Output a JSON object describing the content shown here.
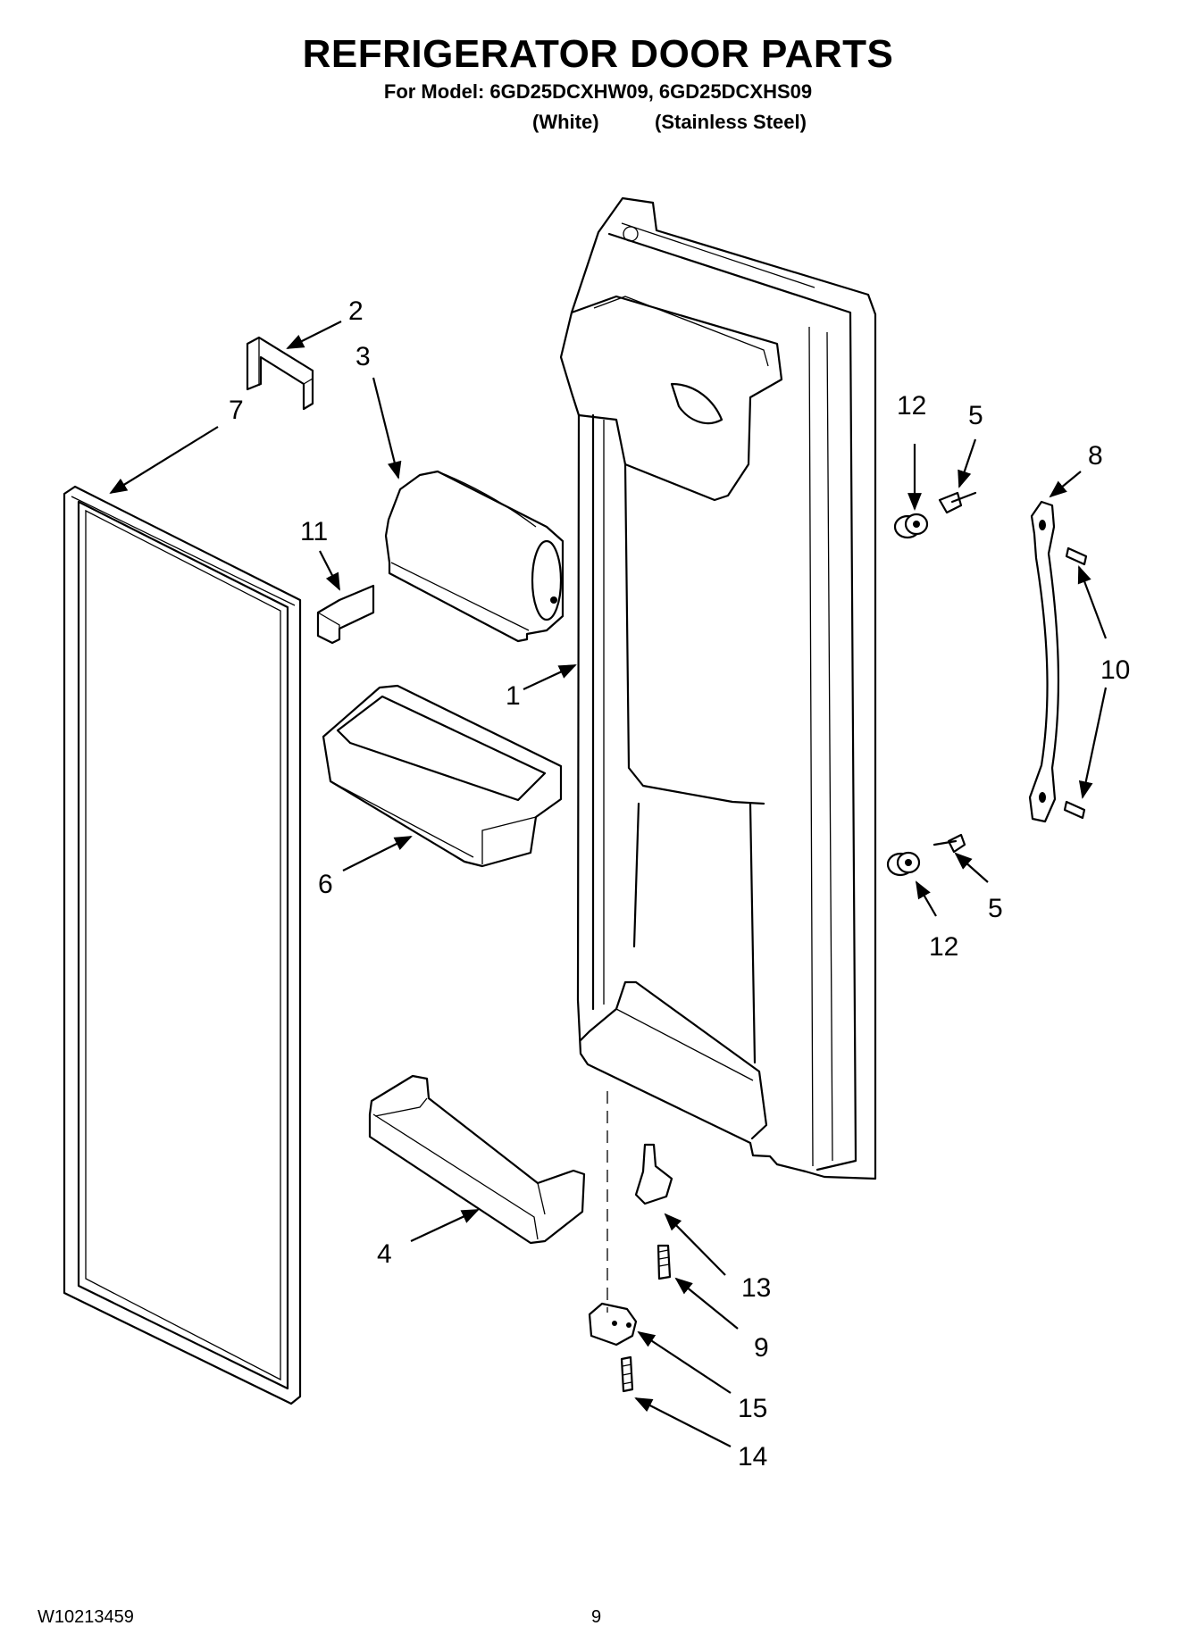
{
  "header": {
    "title": "REFRIGERATOR DOOR PARTS",
    "subtitle": "For Model: 6GD25DCXHW09, 6GD25DCXHS09",
    "variant_white": "(White)",
    "variant_stainless": "(Stainless Steel)"
  },
  "callouts": {
    "c1": "1",
    "c2": "2",
    "c3": "3",
    "c4": "4",
    "c5a": "5",
    "c5b": "5",
    "c6": "6",
    "c7": "7",
    "c8": "8",
    "c9": "9",
    "c10": "10",
    "c11": "11",
    "c12a": "12",
    "c12b": "12",
    "c13": "13",
    "c14": "14",
    "c15": "15"
  },
  "footer": {
    "doc_number": "W10213459",
    "page_number": "9"
  }
}
